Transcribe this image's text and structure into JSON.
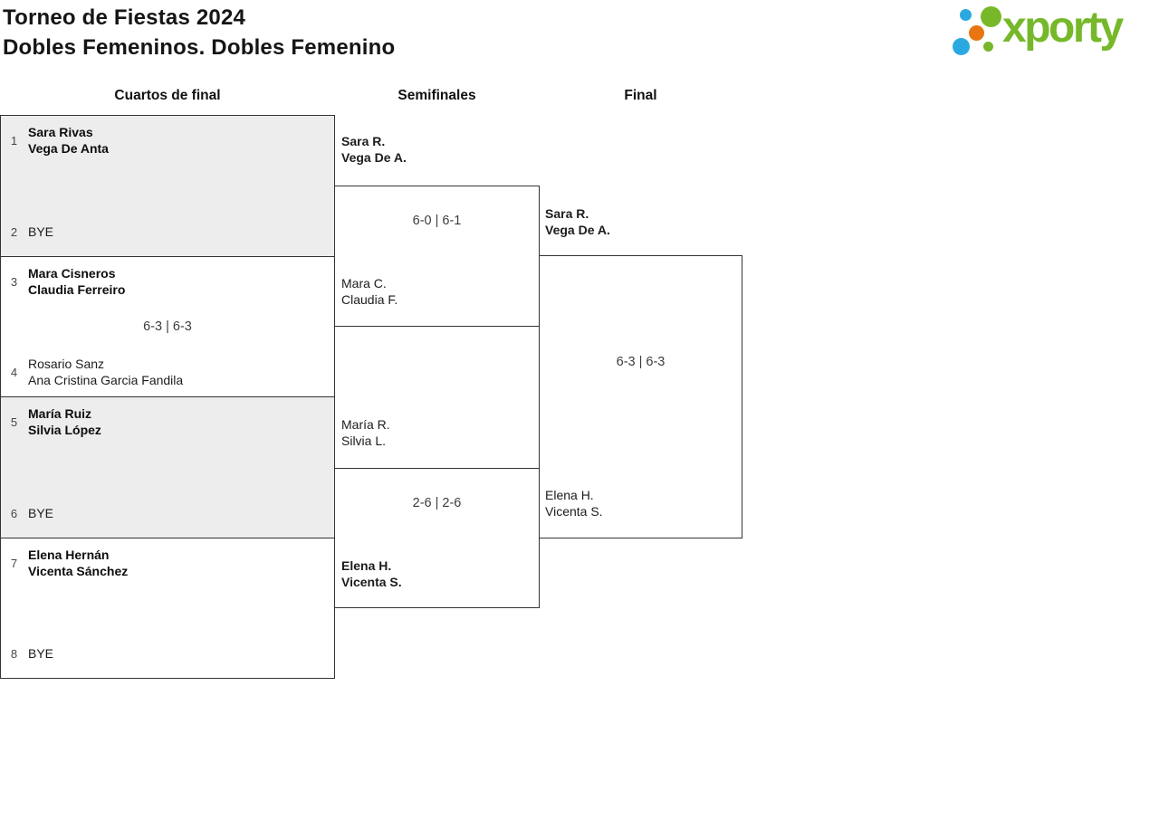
{
  "header": {
    "title_line1": "Torneo de Fiestas 2024",
    "title_line2": "Dobles Femeninos. Dobles Femenino",
    "logo": {
      "text": "xporty",
      "brand_green": "#76b82a",
      "brand_blue": "#2aa9e0",
      "brand_orange": "#e87511"
    }
  },
  "rounds": {
    "quarterfinals_label": "Cuartos de final",
    "semifinals_label": "Semifinales",
    "final_label": "Final"
  },
  "quarterfinals": [
    {
      "seed_top": "1",
      "top": [
        "Sara Rivas",
        "Vega De Anta"
      ],
      "seed_bottom": "2",
      "bottom": [
        "BYE"
      ],
      "score": ""
    },
    {
      "seed_top": "3",
      "top": [
        "Mara Cisneros",
        "Claudia Ferreiro"
      ],
      "seed_bottom": "4",
      "bottom": [
        "Rosario Sanz",
        "Ana Cristina Garcia Fandila"
      ],
      "score": "6-3 | 6-3"
    },
    {
      "seed_top": "5",
      "top": [
        "María Ruiz",
        "Silvia López"
      ],
      "seed_bottom": "6",
      "bottom": [
        "BYE"
      ],
      "score": ""
    },
    {
      "seed_top": "7",
      "top": [
        "Elena Hernán",
        "Vicenta Sánchez"
      ],
      "seed_bottom": "8",
      "bottom": [
        "BYE"
      ],
      "score": ""
    }
  ],
  "semifinals": [
    {
      "top": [
        "Sara R.",
        "Vega De A."
      ],
      "bottom": [
        "Mara C.",
        "Claudia F."
      ],
      "score": "6-0 | 6-1"
    },
    {
      "top": [
        "María R.",
        "Silvia L."
      ],
      "bottom": [
        "Elena H.",
        "Vicenta S."
      ],
      "score": "2-6 | 2-6"
    }
  ],
  "final": {
    "top": [
      "Sara R.",
      "Vega De A."
    ],
    "bottom": [
      "Elena H.",
      "Vicenta S."
    ],
    "score": "6-3 | 6-3"
  }
}
